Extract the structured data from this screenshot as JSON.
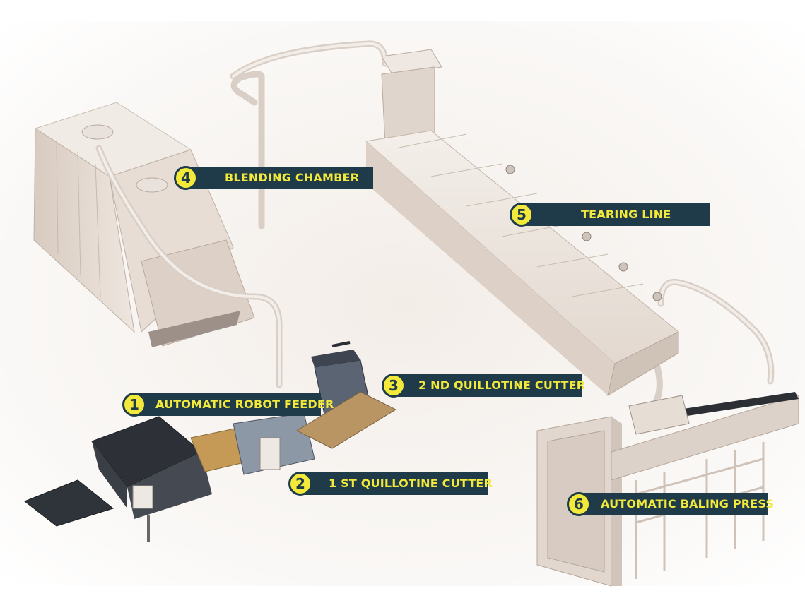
{
  "diagram": {
    "colors": {
      "callout_bg": "#1f3b4a",
      "callout_text": "#f2e93a",
      "machine_body": "#e8ddd4",
      "machine_dark": "#2d3137",
      "duct": "#ece6e0"
    },
    "stations": [
      {
        "number": "1",
        "label": "AUTOMATIC ROBOT FEEDER"
      },
      {
        "number": "2",
        "label": "1 ST QUILLOTINE CUTTER"
      },
      {
        "number": "3",
        "label": "2 ND QUILLOTINE CUTTER"
      },
      {
        "number": "4",
        "label": "BLENDING CHAMBER"
      },
      {
        "number": "5",
        "label": "TEARING LINE"
      },
      {
        "number": "6",
        "label": "AUTOMATIC BALING PRESS"
      }
    ]
  }
}
